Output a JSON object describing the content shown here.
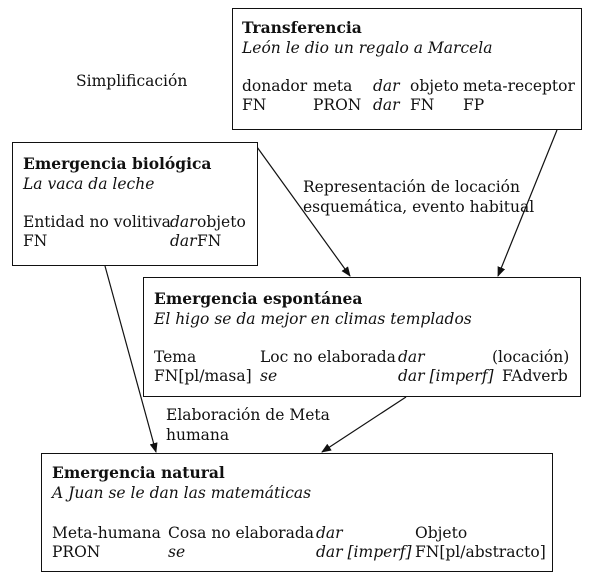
{
  "boxes": {
    "transferencia": {
      "title": "Transferencia",
      "example": "León le dio un regalo a Marcela",
      "row1": [
        "donador",
        "meta",
        "dar",
        "objeto",
        "meta-receptor"
      ],
      "row2": [
        "FN",
        "PRON",
        "dar",
        "FN",
        "FP"
      ]
    },
    "biologica": {
      "title": "Emergencia biológica",
      "example": "La vaca da leche",
      "row1": [
        "Entidad no volitiva",
        "dar",
        "objeto"
      ],
      "row2": [
        "FN",
        "dar",
        "FN"
      ]
    },
    "espontanea": {
      "title": "Emergencia espontánea",
      "example": "El higo se da mejor en climas templados",
      "row1": [
        "Tema",
        "Loc no elaborada",
        "dar",
        "(locación)"
      ],
      "row2": [
        "FN[pl/masa]",
        "se",
        "dar [imperf]",
        "FAdverb"
      ]
    },
    "natural": {
      "title": "Emergencia natural",
      "example": "A Juan se le dan las matemáticas",
      "row1": [
        "Meta-humana",
        "Cosa no elaborada",
        "dar",
        "Objeto"
      ],
      "row2": [
        "PRON",
        "se",
        "dar [imperf]",
        "FN[pl/abstracto]"
      ]
    }
  },
  "labels": {
    "simplificacion": "Simplificación",
    "representacion": [
      "Representación de locación",
      "esquemática, evento habitual"
    ],
    "elaboracion": [
      "Elaboración de Meta",
      "humana"
    ]
  }
}
